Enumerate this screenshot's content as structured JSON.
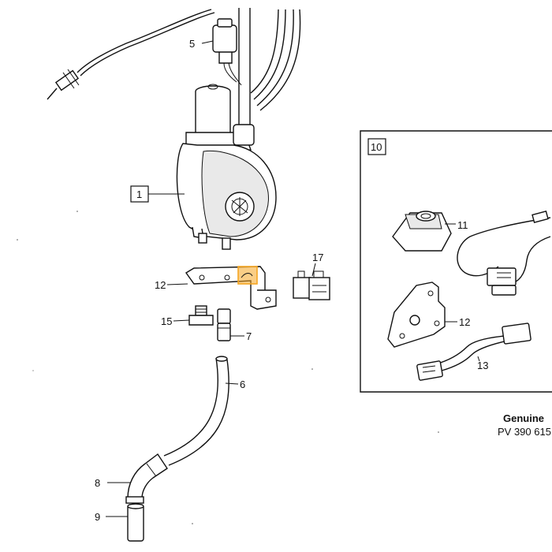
{
  "callouts": {
    "c1": "1",
    "c5": "5",
    "c6": "6",
    "c7": "7",
    "c8": "8",
    "c9": "9",
    "c10": "10",
    "c11": "11",
    "c12a": "12",
    "c12b": "12",
    "c13": "13",
    "c15": "15",
    "c17": "17"
  },
  "stamp": {
    "line1": "Genuine",
    "line2": "PV 390 615"
  },
  "colors": {
    "highlight": "#f5a623",
    "ink": "#111111"
  }
}
